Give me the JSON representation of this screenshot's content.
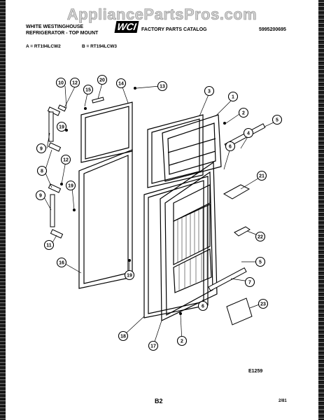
{
  "watermark": "AppliancePartsPros.com",
  "header": {
    "brand_line1": "WHITE WESTINGHOUSE",
    "brand_line2": "REFRIGERATOR - TOP MOUNT",
    "logo": "WCI",
    "catalog_title": "FACTORY PARTS CATALOG",
    "catalog_number": "5995200695",
    "model_a": "A = RT194LCW2",
    "model_b": "B = RT194LCW3"
  },
  "diagram_id": "E1259",
  "page_label": "B2",
  "page_date": "2/81",
  "callouts": [
    {
      "num": "10"
    },
    {
      "num": "12"
    },
    {
      "num": "15"
    },
    {
      "num": "20"
    },
    {
      "num": "14"
    },
    {
      "num": "13"
    },
    {
      "num": "3"
    },
    {
      "num": "1"
    },
    {
      "num": "2"
    },
    {
      "num": "19"
    },
    {
      "num": "4"
    },
    {
      "num": "5"
    },
    {
      "num": "9"
    },
    {
      "num": "6"
    },
    {
      "num": "8"
    },
    {
      "num": "12"
    },
    {
      "num": "21"
    },
    {
      "num": "19"
    },
    {
      "num": "9"
    },
    {
      "num": "22"
    },
    {
      "num": "11"
    },
    {
      "num": "16"
    },
    {
      "num": "5"
    },
    {
      "num": "19"
    },
    {
      "num": "7"
    },
    {
      "num": "6"
    },
    {
      "num": "23"
    },
    {
      "num": "18"
    },
    {
      "num": "2"
    },
    {
      "num": "17"
    }
  ]
}
